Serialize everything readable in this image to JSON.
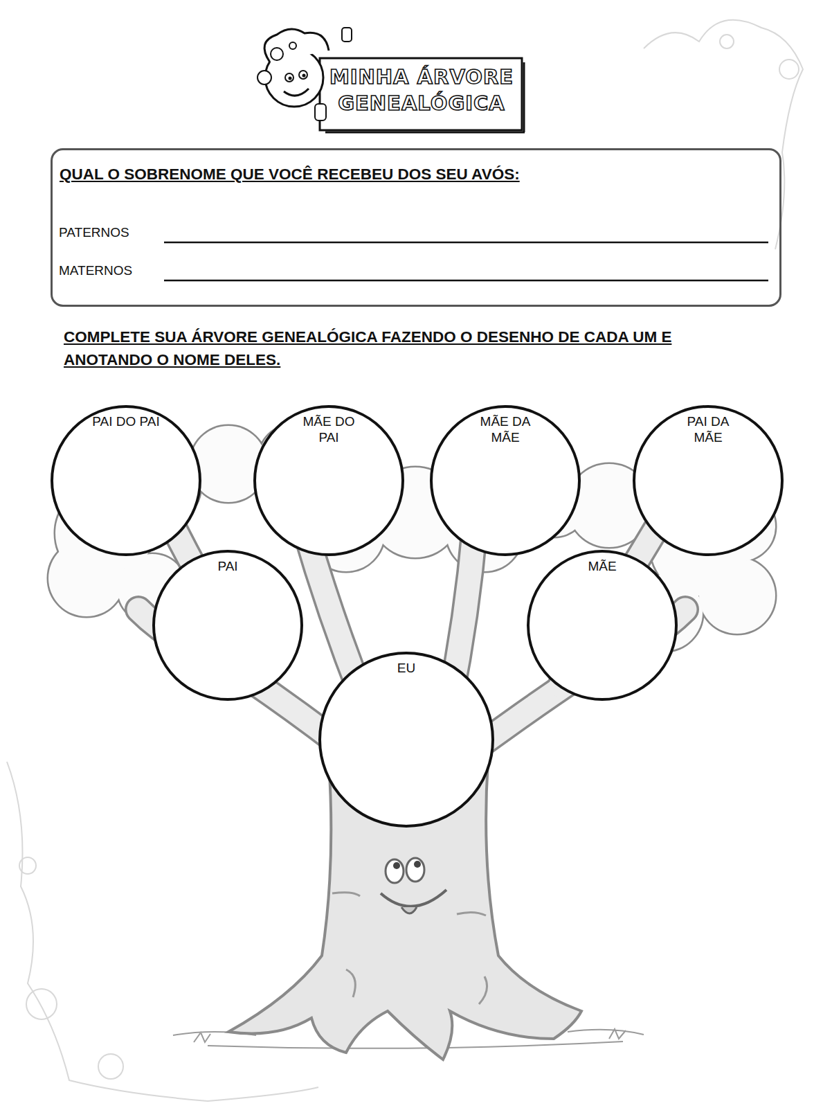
{
  "diagram": {
    "title": "MINHA ÁRVORE GENEALÓGICA",
    "nodes": [
      {
        "text": [
          "QUAL O SOBRENOME QUE VOCÊ RECEBEU DOS SEU AVÓS:",
          "PATERNOS",
          "MATERNOS"
        ]
      },
      {
        "text": [
          "PAI DO PAI"
        ]
      },
      {
        "text": [
          "MÃE DO PAI"
        ]
      },
      {
        "text": [
          "MÃE DA MÃE"
        ]
      },
      {
        "text": [
          "PAI DA MÃE"
        ]
      },
      {
        "text": [
          "PAI"
        ]
      },
      {
        "text": [
          "MÃE"
        ]
      },
      {
        "text": [
          "EU"
        ]
      }
    ],
    "labels": [
      "COMPLETE SUA ÁRVORE GENEALÓGICA FAZENDO O DESENHO DE CADA UM E ANOTANDO O NOME DELES."
    ]
  }
}
